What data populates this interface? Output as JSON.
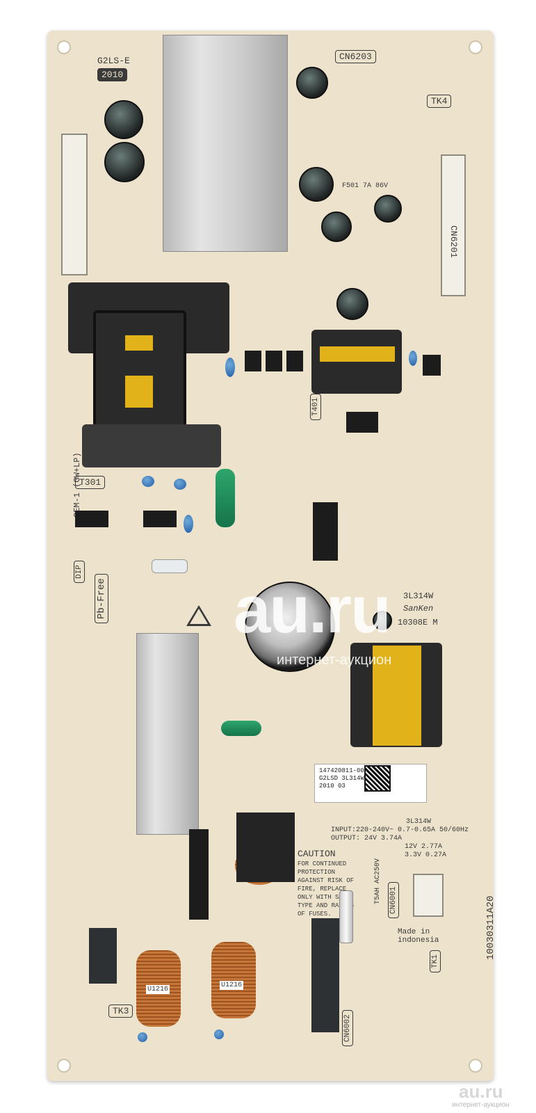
{
  "board": {
    "model_top": "G2LS-E",
    "year_top": "2010",
    "cn_top": "CN6203",
    "cn_right": "CN6201",
    "cn_bottom": "CN6002",
    "cn_small": "CN6001",
    "tk4": "TK4",
    "tk3": "TK3",
    "tk1": "TK1",
    "t301": "T301",
    "t401": "T401",
    "pb_free": "Pb-Free",
    "dip": "DIP",
    "cem": "CEM-1 (GW+LP)",
    "ic_code1": "3L314W",
    "ic_brand": "SanKen",
    "ic_code2": "10308E M",
    "fuse_rating": "T5AH AC250V",
    "caution_title": "CAUTION",
    "caution_text": "FOR CONTINUED PROTECTION AGAINST RISK OF FIRE, REPLACE ONLY WITH SAME TYPE AND RATING OF FUSES.",
    "made_in": "Made in indonesia",
    "spec_input": "INPUT:220-240V~ 0.7-0.65A 50/60Hz",
    "spec_output1": "OUTPUT: 24V 3.74A",
    "spec_output2": "12V 2.77A",
    "spec_output3": "3.3V 0.27A",
    "spec_model": "3L314W",
    "vertical_code": "10030311A20",
    "coil_label": "U1216",
    "fuse_label": "F501 7A 86V"
  },
  "sticker": {
    "line1": "147420811-00587424",
    "line2": "G2LSD 3L314W",
    "line3": "2010 03"
  },
  "watermark": {
    "center": "au.ru",
    "center_sub": "интернет-аукцион",
    "corner": "au.ru",
    "corner_sub": "интернет-аукцион"
  }
}
